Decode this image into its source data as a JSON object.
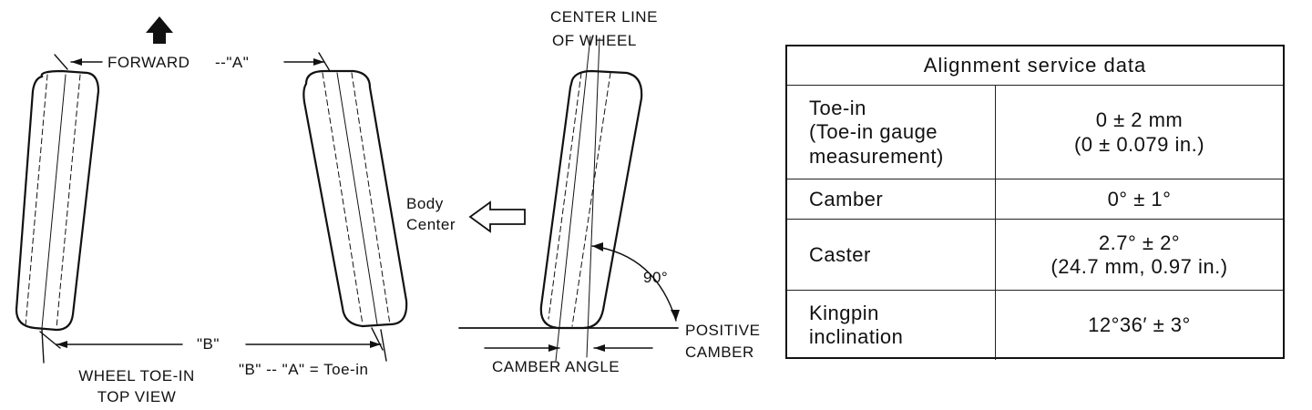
{
  "labels": {
    "forward": "FORWARD",
    "a_left": "--\"A\"",
    "body_center_1": "Body",
    "body_center_2": "Center",
    "b_label": "\"B\"",
    "toe_formula": "\"B\" -- \"A\" = Toe-in",
    "wheel_toe_in_1": "WHEEL TOE-IN",
    "wheel_toe_in_2": "TOP VIEW",
    "center_line_1": "CENTER LINE",
    "center_line_2": "OF WHEEL",
    "ninety": "90°",
    "positive_1": "POSITIVE",
    "positive_2": "CAMBER",
    "camber_angle": "CAMBER ANGLE"
  },
  "table": {
    "title": "Alignment service data",
    "rows": [
      {
        "item": [
          "Toe-in",
          "(Toe-in gauge",
          "measurement)"
        ],
        "value": [
          "0 ± 2 mm",
          "(0 ± 0.079 in.)"
        ]
      },
      {
        "item": [
          "Camber"
        ],
        "value": [
          "0° ± 1°"
        ]
      },
      {
        "item": [
          "Caster"
        ],
        "value": [
          "2.7° ± 2°",
          "(24.7 mm, 0.97 in.)"
        ]
      },
      {
        "item": [
          "Kingpin",
          "inclination"
        ],
        "value": [
          "12°36′ ± 3°"
        ]
      }
    ]
  }
}
